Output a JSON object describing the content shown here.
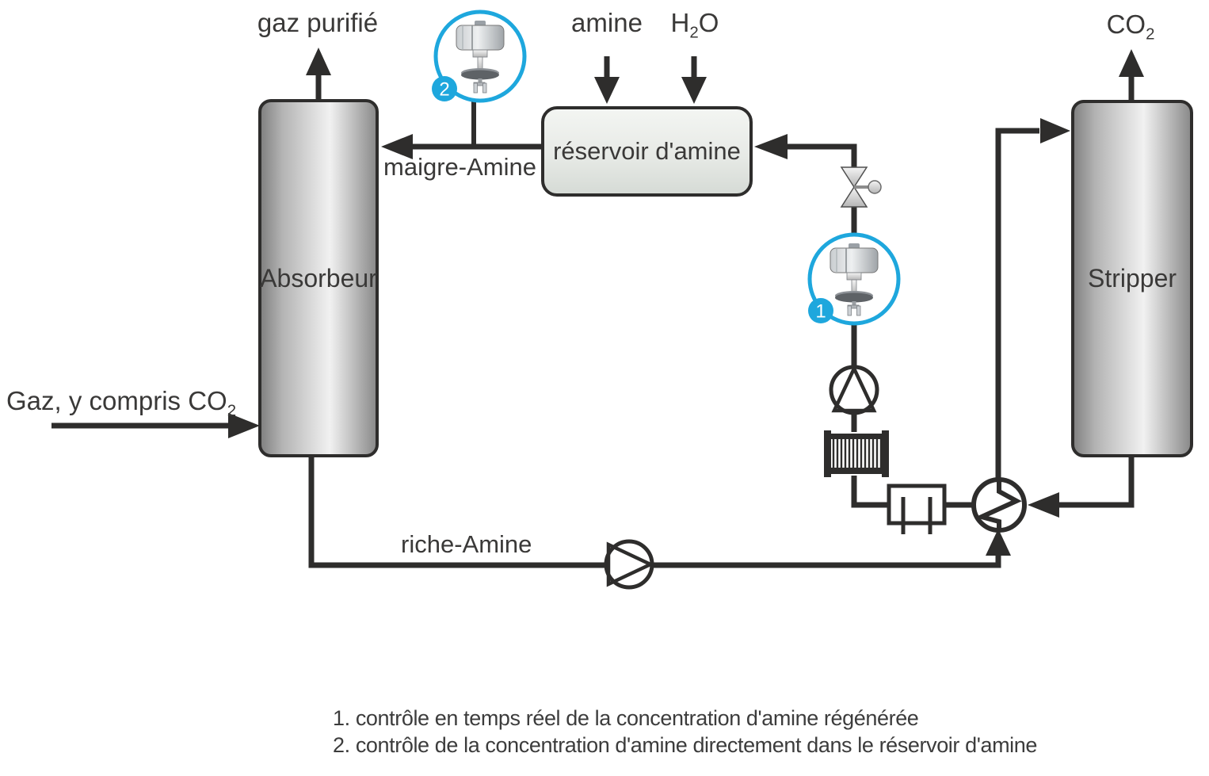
{
  "colors": {
    "accent_blue": "#1ea7dd",
    "line_dark": "#2e2d2c",
    "text": "#3a3938"
  },
  "streams": {
    "purified_gas": "gaz purifié",
    "amine_feed": "amine",
    "water_feed": {
      "pre": "H",
      "sub": "2",
      "post": "O"
    },
    "co2_out": {
      "pre": "CO",
      "sub": "2"
    },
    "gas_inlet": {
      "pre": "Gaz, y compris CO",
      "sub": "2"
    },
    "lean_amine": "maigre-Amine",
    "rich_amine": "riche-Amine"
  },
  "equipment": {
    "absorber": "Absorbeur",
    "stripper": "Stripper",
    "amine_tank": "réservoir d'amine"
  },
  "sensors": [
    {
      "number": "1"
    },
    {
      "number": "2"
    }
  ],
  "footnotes": [
    "1. contrôle en temps réel de la concentration d'amine régénérée",
    "2. contrôle de la concentration d'amine directement dans le réservoir d'amine"
  ]
}
